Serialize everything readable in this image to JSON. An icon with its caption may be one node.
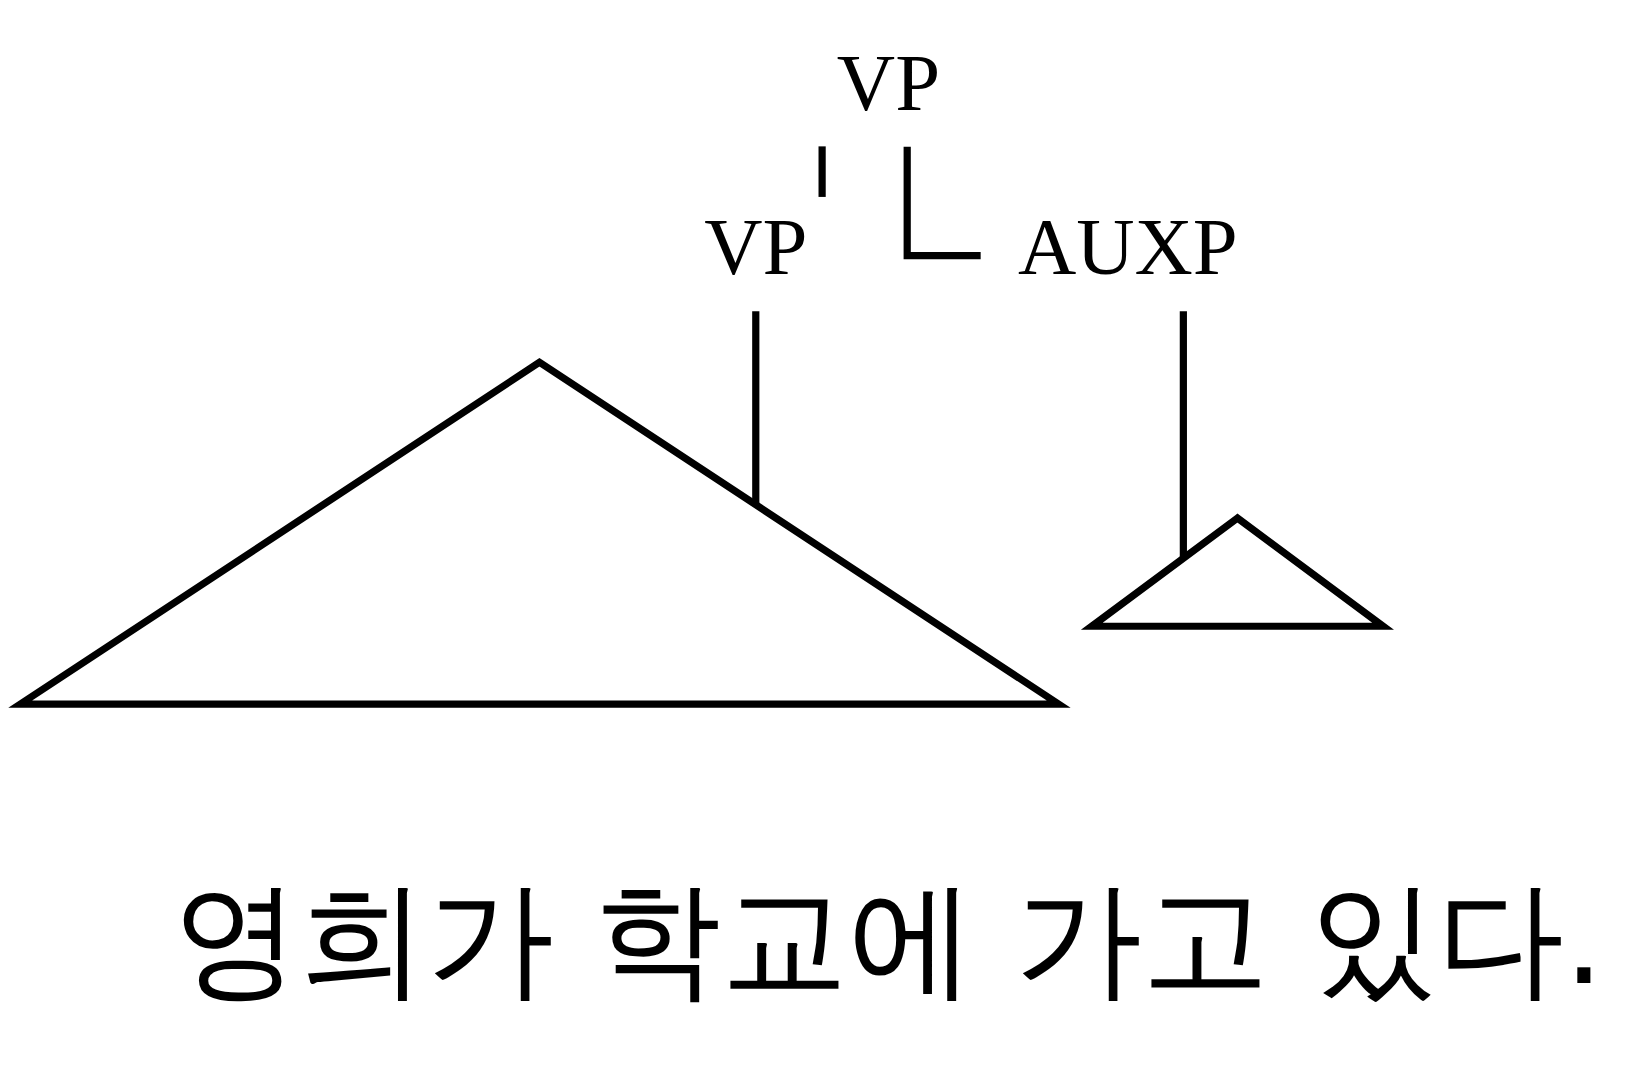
{
  "diagram": {
    "nodes": [
      {
        "text": [
          "VP"
        ]
      },
      {
        "text": [
          "VP"
        ]
      },
      {
        "text": [
          "AUXP"
        ]
      },
      {
        "text": [],
        "shape": "triangle"
      },
      {
        "text": [],
        "shape": "triangle"
      }
    ],
    "edges": [
      {
        "from": 0,
        "to": 1,
        "arrow": "none"
      },
      {
        "from": 0,
        "to": 2,
        "arrow": "none"
      },
      {
        "from": 1,
        "to": 3,
        "arrow": "none"
      },
      {
        "from": 2,
        "to": 4,
        "arrow": "none"
      }
    ],
    "labels": [
      "영희가 학교에 가고 있다."
    ]
  }
}
